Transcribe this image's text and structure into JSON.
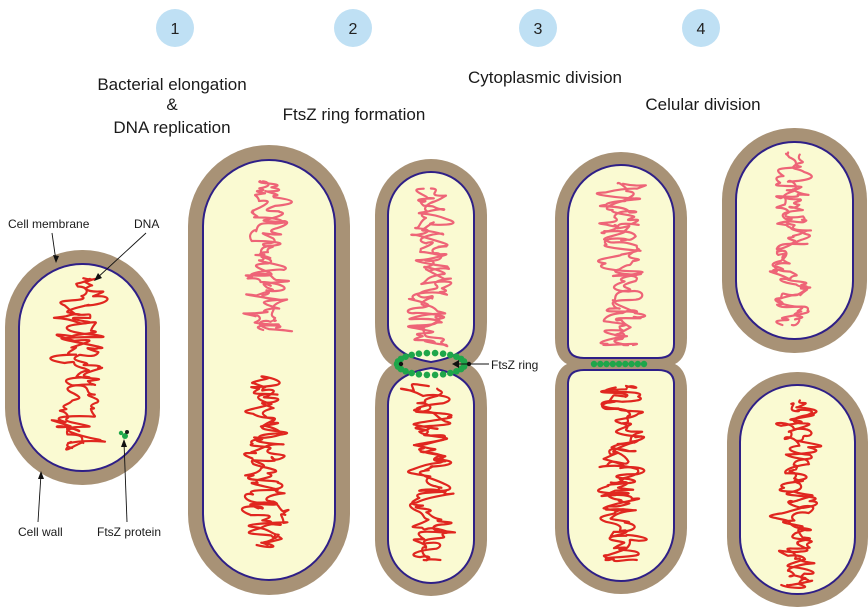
{
  "steps": [
    {
      "number": "1"
    },
    {
      "number": "2"
    },
    {
      "number": "3"
    },
    {
      "number": "4"
    }
  ],
  "titles": {
    "elongation_line1": "Bacterial elongation",
    "elongation_line2": "&",
    "elongation_line3": "DNA replication",
    "ftsz_ring_formation": "FtsZ ring formation",
    "cytoplasmic_division": "Cytoplasmic division",
    "celular_division": "Celular division"
  },
  "labels": {
    "cell_membrane": "Cell membrane",
    "dna": "DNA",
    "cell_wall": "Cell wall",
    "ftsz_protein": "FtsZ protein",
    "ftsz_ring": "FtsZ ring"
  },
  "colors": {
    "cell_wall": "#a89276",
    "cytoplasm": "#fafad2",
    "membrane": "#2e1f87",
    "dna_red": "#e0261f",
    "dna_pink": "#ee6477",
    "ftsz_green": "#1ea64a",
    "step_circle": "#bfe0f4"
  }
}
